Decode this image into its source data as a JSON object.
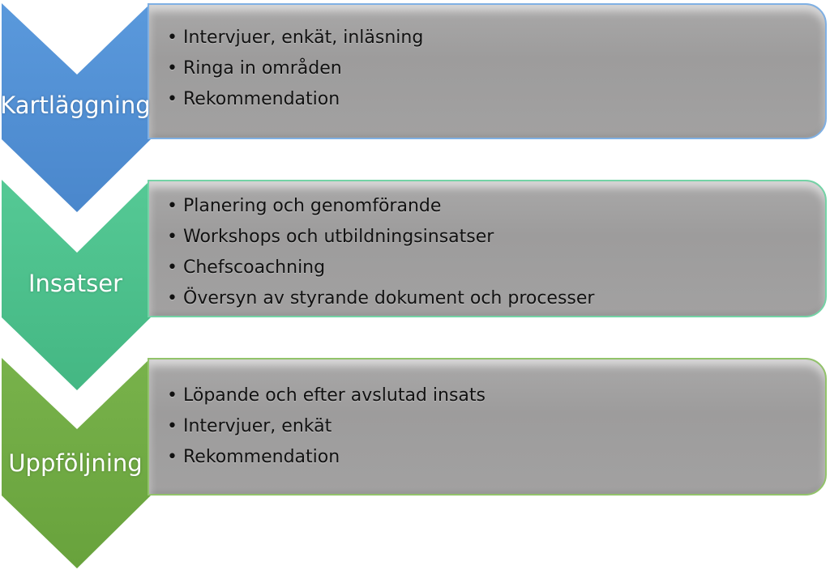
{
  "colors": {
    "step1": "#4e8dd2",
    "step2": "#4cc08c",
    "step3": "#70ab43",
    "panel": "#a3a2a2"
  },
  "steps": [
    {
      "label": "Kartläggning",
      "items": [
        "Intervjuer, enkät, inläsning",
        "Ringa in områden",
        "Rekommendation"
      ]
    },
    {
      "label": "Insatser",
      "items": [
        "Planering och genomförande",
        "Workshops och utbildningsinsatser",
        "Chefscoachning",
        "Översyn av styrande dokument och processer"
      ]
    },
    {
      "label": "Uppföljning",
      "items": [
        "Löpande och efter avslutad insats",
        "Intervjuer, enkät",
        "Rekommendation"
      ]
    }
  ]
}
